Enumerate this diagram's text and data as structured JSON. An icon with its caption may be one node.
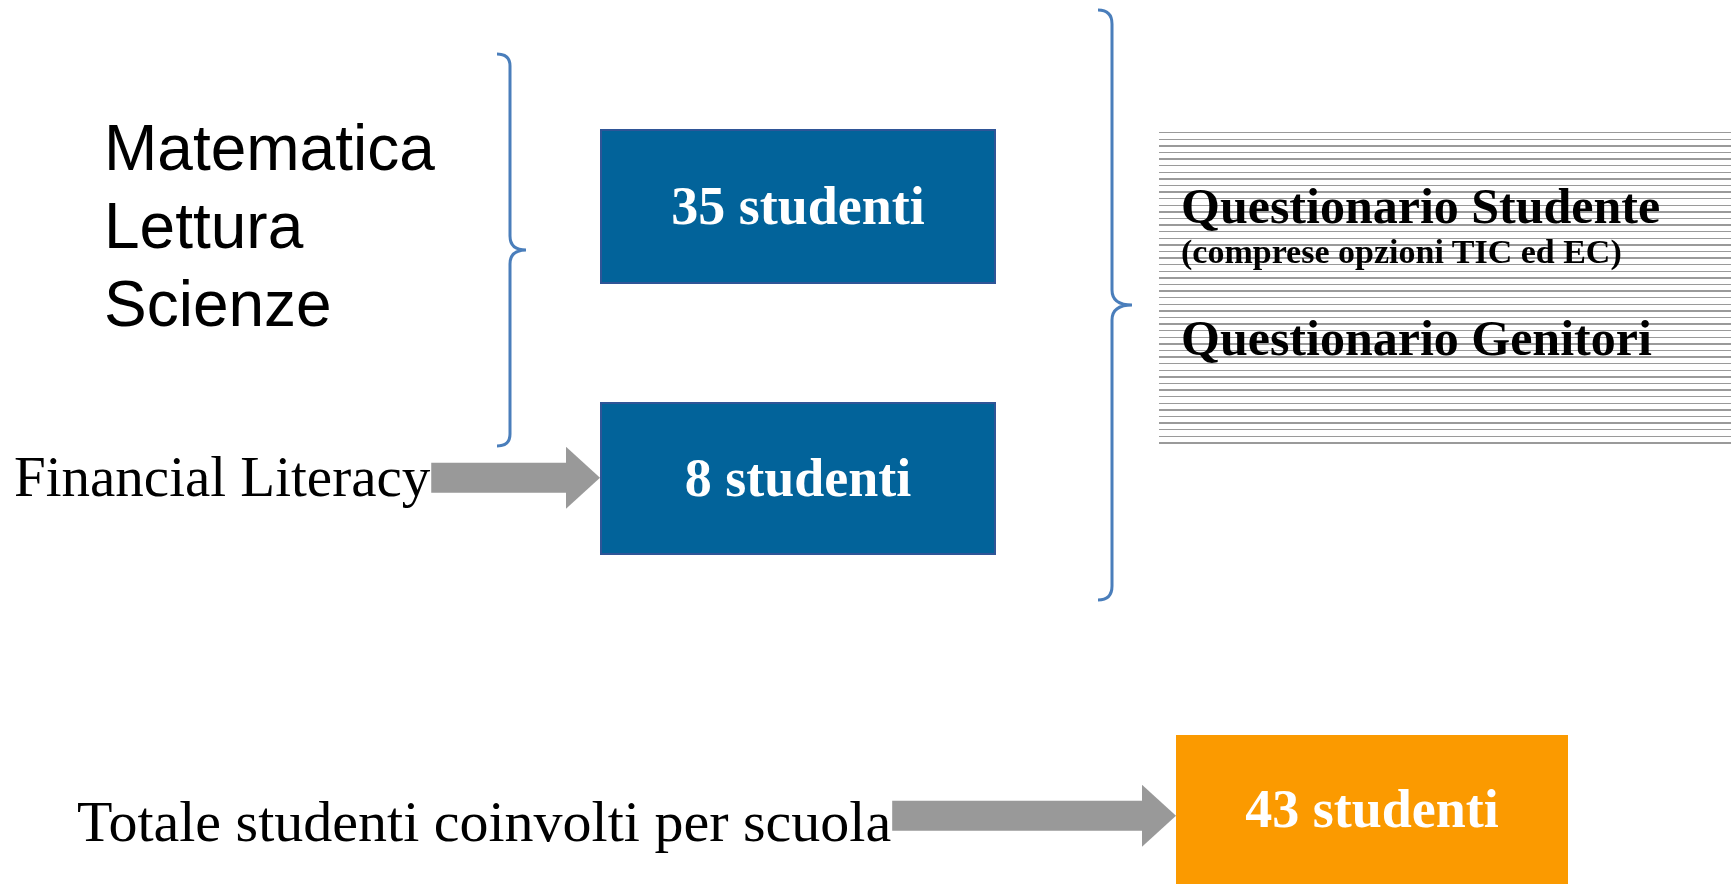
{
  "diagram": {
    "nodes": [
      {
        "text": [
          "35 studenti"
        ]
      },
      {
        "text": [
          "Financial Literacy"
        ]
      },
      {
        "text": [
          "8 studenti"
        ]
      },
      {
        "text": [
          "Questionario Studente",
          "(comprese opzioni TIC ed EC)",
          "Questionario Genitori"
        ]
      },
      {
        "text": [
          "Totale studenti coinvolti per scuola"
        ]
      },
      {
        "text": [
          "43 studenti"
        ]
      }
    ],
    "edges": [
      {
        "from": 1,
        "to": 2,
        "arrow": "to"
      },
      {
        "from": 4,
        "to": 5,
        "arrow": "to"
      }
    ],
    "labels": [
      "Matematica",
      "Lettura",
      "Scienze"
    ]
  }
}
